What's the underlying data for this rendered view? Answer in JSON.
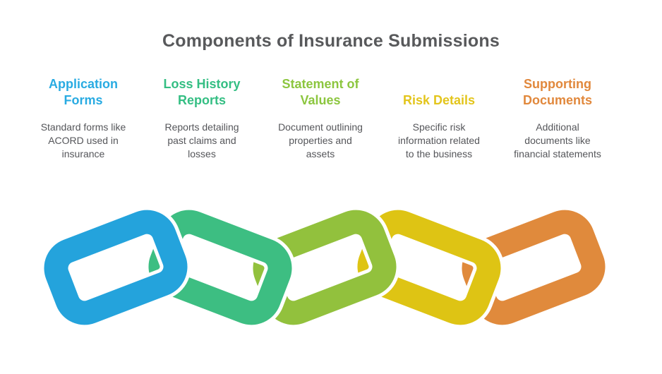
{
  "page": {
    "title": "Components of Insurance Submissions",
    "title_color": "#58595B",
    "body_text_color": "#55565A",
    "background_color": "#FFFFFF"
  },
  "components": [
    {
      "id": "application-forms",
      "heading_lines": [
        "Application",
        "Forms"
      ],
      "heading_color": "#29ABE2",
      "description_lines": [
        "Standard forms like",
        "ACORD used in",
        "insurance"
      ],
      "chain_link_color": "#24A3DC"
    },
    {
      "id": "loss-history-reports",
      "heading_lines": [
        "Loss History",
        "Reports"
      ],
      "heading_color": "#34BE83",
      "description_lines": [
        "Reports detailing",
        "past claims and",
        "losses"
      ],
      "chain_link_color": "#3DBE82"
    },
    {
      "id": "statement-of-values",
      "heading_lines": [
        "Statement of",
        "Values"
      ],
      "heading_color": "#8CC63F",
      "description_lines": [
        "Document outlining",
        "properties and",
        "assets"
      ],
      "chain_link_color": "#92C13D"
    },
    {
      "id": "risk-details",
      "heading_lines": [
        "Risk Details"
      ],
      "heading_color": "#E3C51C",
      "description_lines": [
        "Specific risk",
        "information related",
        "to the business"
      ],
      "chain_link_color": "#DEC414"
    },
    {
      "id": "supporting-documents",
      "heading_lines": [
        "Supporting",
        "Documents"
      ],
      "heading_color": "#E1883C",
      "description_lines": [
        "Additional",
        "documents like",
        "financial statements"
      ],
      "chain_link_color": "#E08A3C"
    }
  ]
}
